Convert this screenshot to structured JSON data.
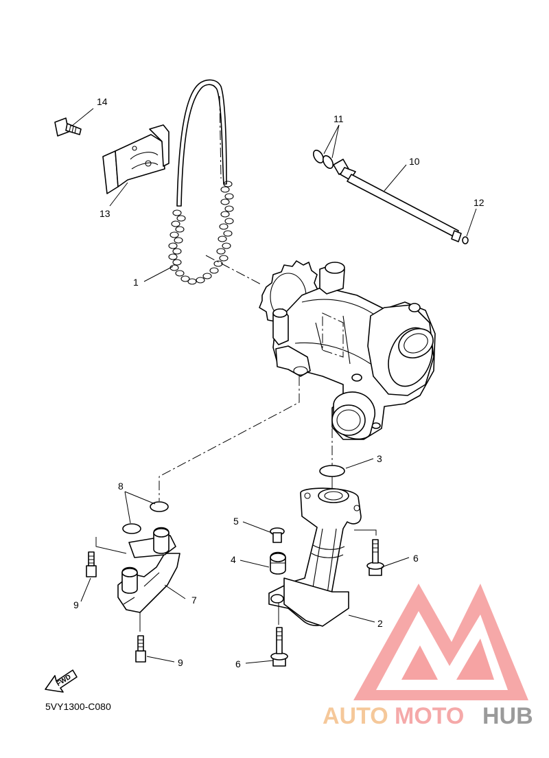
{
  "diagram": {
    "callouts": {
      "c1": "1",
      "c2": "2",
      "c3": "3",
      "c4": "4",
      "c5": "5",
      "c6a": "6",
      "c6b": "6",
      "c7": "7",
      "c8": "8",
      "c9a": "9",
      "c9b": "9",
      "c10": "10",
      "c11": "11",
      "c12": "12",
      "c13": "13",
      "c14": "14"
    },
    "fwd_label": "FWD",
    "diagram_code": "5VY1300-C080"
  },
  "watermark": {
    "part1": "AUTO",
    "part2": "MOTO",
    "part3": "HUB",
    "colors": {
      "auto": "#f5c89a",
      "moto": "#f5a9a9",
      "hub": "#9a9a9a",
      "logo": "#f6a3a3"
    }
  }
}
